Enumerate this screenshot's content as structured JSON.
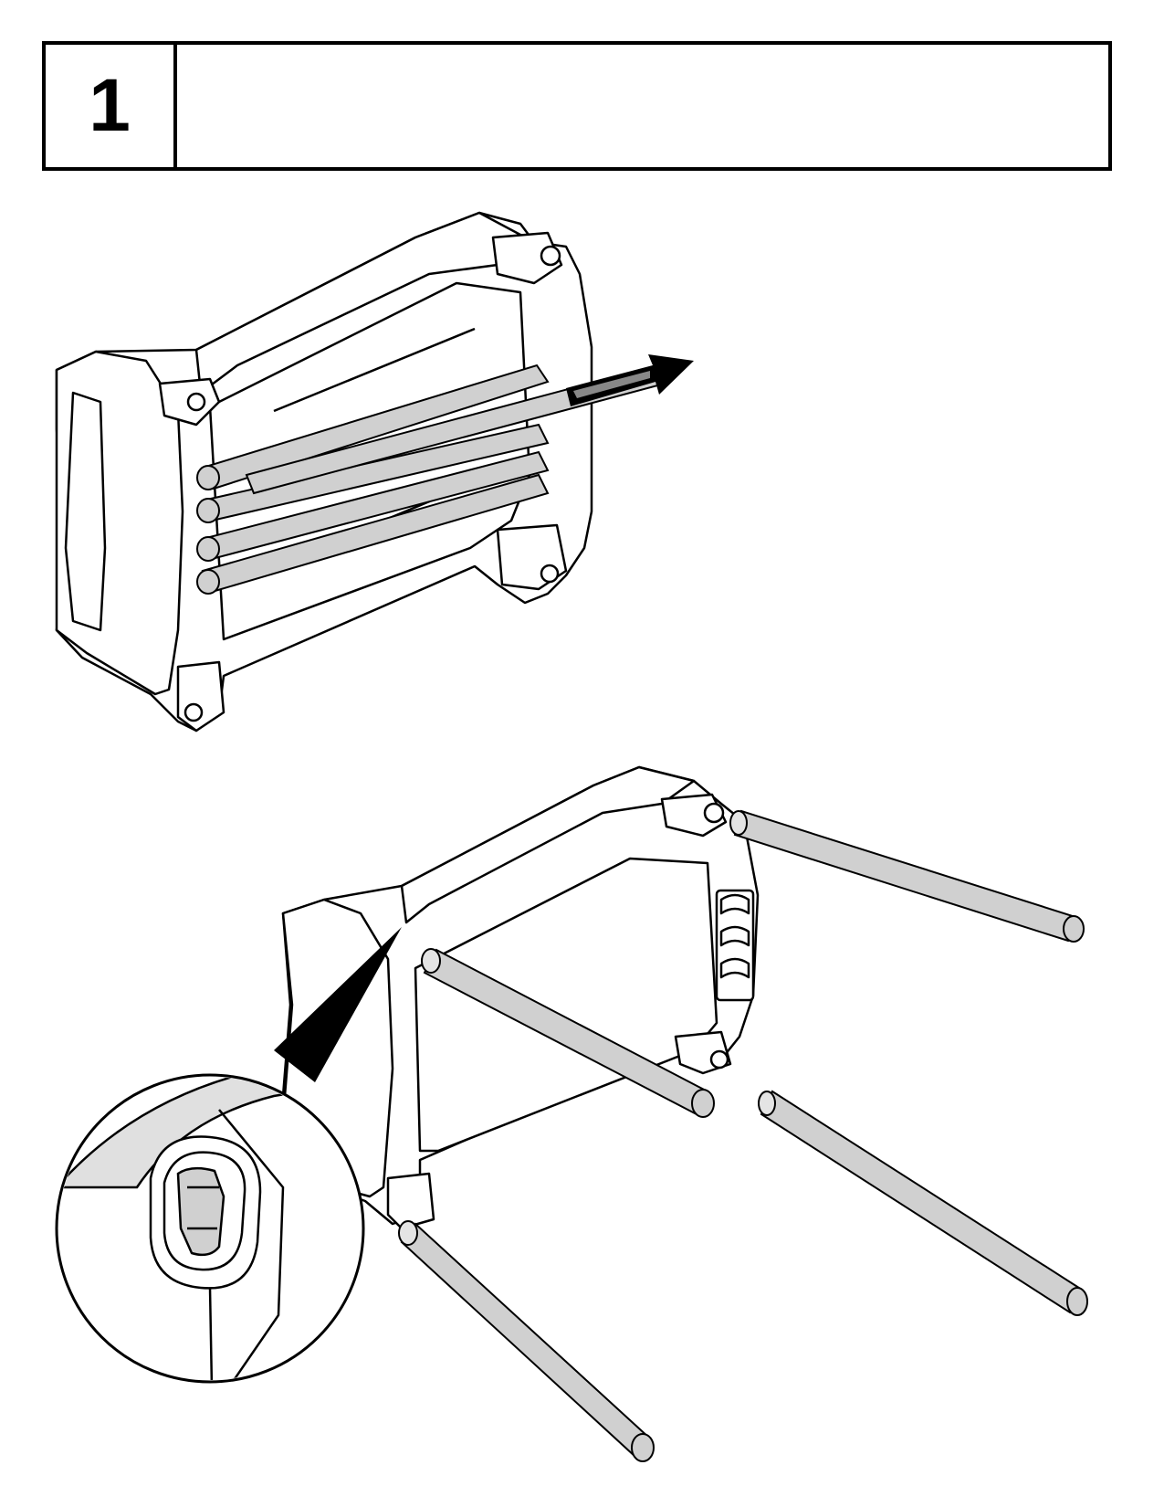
{
  "step": {
    "number": "1",
    "instruction": ""
  },
  "figures": {
    "top": {
      "arrow": "pull-arrow",
      "tubes": 4
    },
    "bottom": {
      "legs": 4,
      "detail": "magnified-socket-detail"
    }
  }
}
